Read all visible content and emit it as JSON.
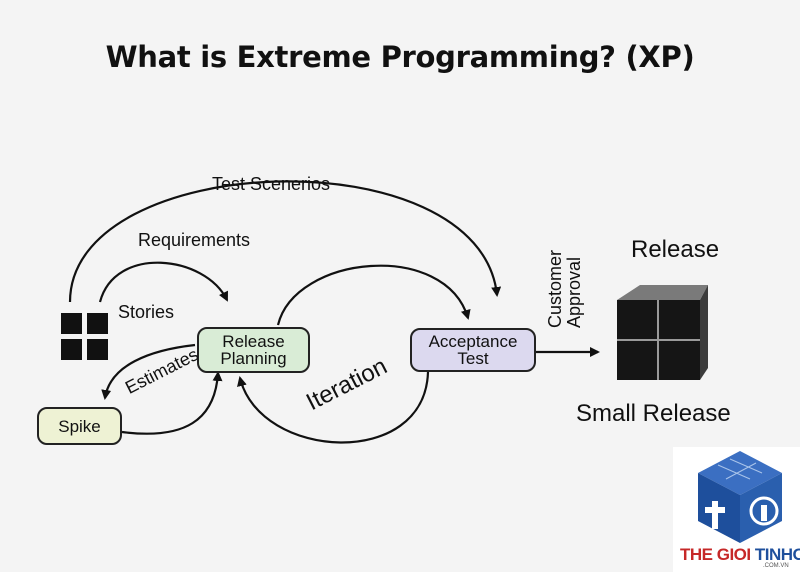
{
  "title": "What is Extreme Programming? (XP)",
  "nodes": {
    "release_planning": [
      "Release",
      "Planning"
    ],
    "acceptance_test": [
      "Acceptance",
      "Test"
    ],
    "spike": "Spike"
  },
  "labels": {
    "test_scenarios": "Test Scenerios",
    "requirements": "Requirements",
    "stories": "Stories",
    "estimates": "Estimates",
    "iteration": "Iteration",
    "customer_approval": [
      "Customer",
      "Approval"
    ],
    "release": "Release",
    "small_release": "Small Release"
  },
  "logo": {
    "brand_red": "THE GIOI ",
    "brand_blue": "TINHOC",
    "sub": ".COM.VN"
  },
  "colors": {
    "release_planning_fill": "#d9ecd6",
    "acceptance_test_fill": "#dcd9ef",
    "spike_fill": "#eef2d4",
    "cube_dark": "#111111",
    "logo_blue": "#1e4f9c",
    "logo_red": "#c62828"
  }
}
